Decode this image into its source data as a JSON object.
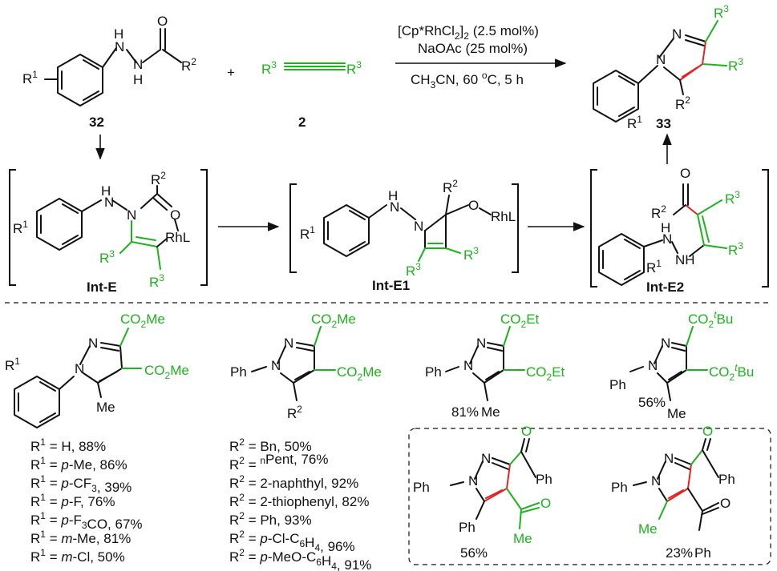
{
  "colors": {
    "green": "#1db31d",
    "red": "#e52222",
    "ink": "#111111"
  },
  "reaction": {
    "conditions": {
      "cat": [
        "[Cp*RhCl",
        "2",
        "]",
        "2",
        " (2.5 mol%)"
      ],
      "base": "NaOAc (25 mol%)",
      "solv": [
        "CH",
        "3",
        "CN, 60 ",
        "o",
        "C, 5 h"
      ]
    },
    "plus": "+",
    "labels": {
      "sm1": "32",
      "sm2": "2",
      "prod": "33",
      "intE": "Int-E",
      "intE1": "Int-E1",
      "intE2": "Int-E2"
    }
  },
  "atoms": {
    "N": "N",
    "H": "H",
    "O": "O",
    "NH": "NH",
    "HN": "HN",
    "RhL": "RhL",
    "Ph": "Ph",
    "Me": "Me",
    "R": "R",
    "one": "1",
    "two": "2",
    "three": "3"
  },
  "products": {
    "ester_labels": {
      "co2me_a": "CO",
      "co2me_b": "Me",
      "co2et_b": "Et",
      "tbu_t": "t",
      "tbu_b": "Bu",
      "sub2": "2"
    },
    "yields": {
      "et": "81%",
      "tbu": "56%",
      "bz1": "56%",
      "bz2": "23%"
    }
  },
  "table_r1": [
    {
      "lab": "R",
      "sup": "1",
      "eq": " = ",
      "pre": "",
      "it": "",
      "rest": "H, 88%"
    },
    {
      "lab": "R",
      "sup": "1",
      "eq": " = ",
      "it": "p",
      "rest": "-Me, 86%"
    },
    {
      "lab": "R",
      "sup": "1",
      "eq": " = ",
      "it": "p",
      "rest": "-CF",
      "sub": "3",
      "after": ", 39%"
    },
    {
      "lab": "R",
      "sup": "1",
      "eq": " = ",
      "it": "p",
      "rest": "-F, 76%"
    },
    {
      "lab": "R",
      "sup": "1",
      "eq": " = ",
      "it": "p",
      "rest": "-F",
      "sub": "3",
      "after": "CO, 67%"
    },
    {
      "lab": "R",
      "sup": "1",
      "eq": " = ",
      "it": "m",
      "rest": "-Me, 81%"
    },
    {
      "lab": "R",
      "sup": "1",
      "eq": " = ",
      "it": "m",
      "rest": "-Cl, 50%"
    }
  ],
  "table_r2": [
    {
      "lab": "R",
      "sup": "2",
      "eq": " = ",
      "text": "Bn, 50%"
    },
    {
      "lab": "R",
      "sup": "2",
      "eq": " = ",
      "supn": "n",
      "text": "Pent, 76%"
    },
    {
      "lab": "R",
      "sup": "2",
      "eq": " = ",
      "text": "2-naphthyl, 92%"
    },
    {
      "lab": "R",
      "sup": "2",
      "eq": " = ",
      "text": "2-thiophenyl, 82%"
    },
    {
      "lab": "R",
      "sup": "2",
      "eq": " = ",
      "text": "Ph, 93%"
    },
    {
      "lab": "R",
      "sup": "2",
      "eq": " = ",
      "it": "p",
      "text": "-Cl-C",
      "sub": "6",
      "text2": "H",
      "sub2": "4",
      "after": ", 96%"
    },
    {
      "lab": "R",
      "sup": "2",
      "eq": " = ",
      "it": "p",
      "text": "-MeO-C",
      "sub": "6",
      "text2": "H",
      "sub2": "4",
      "after": ", 91%"
    }
  ]
}
